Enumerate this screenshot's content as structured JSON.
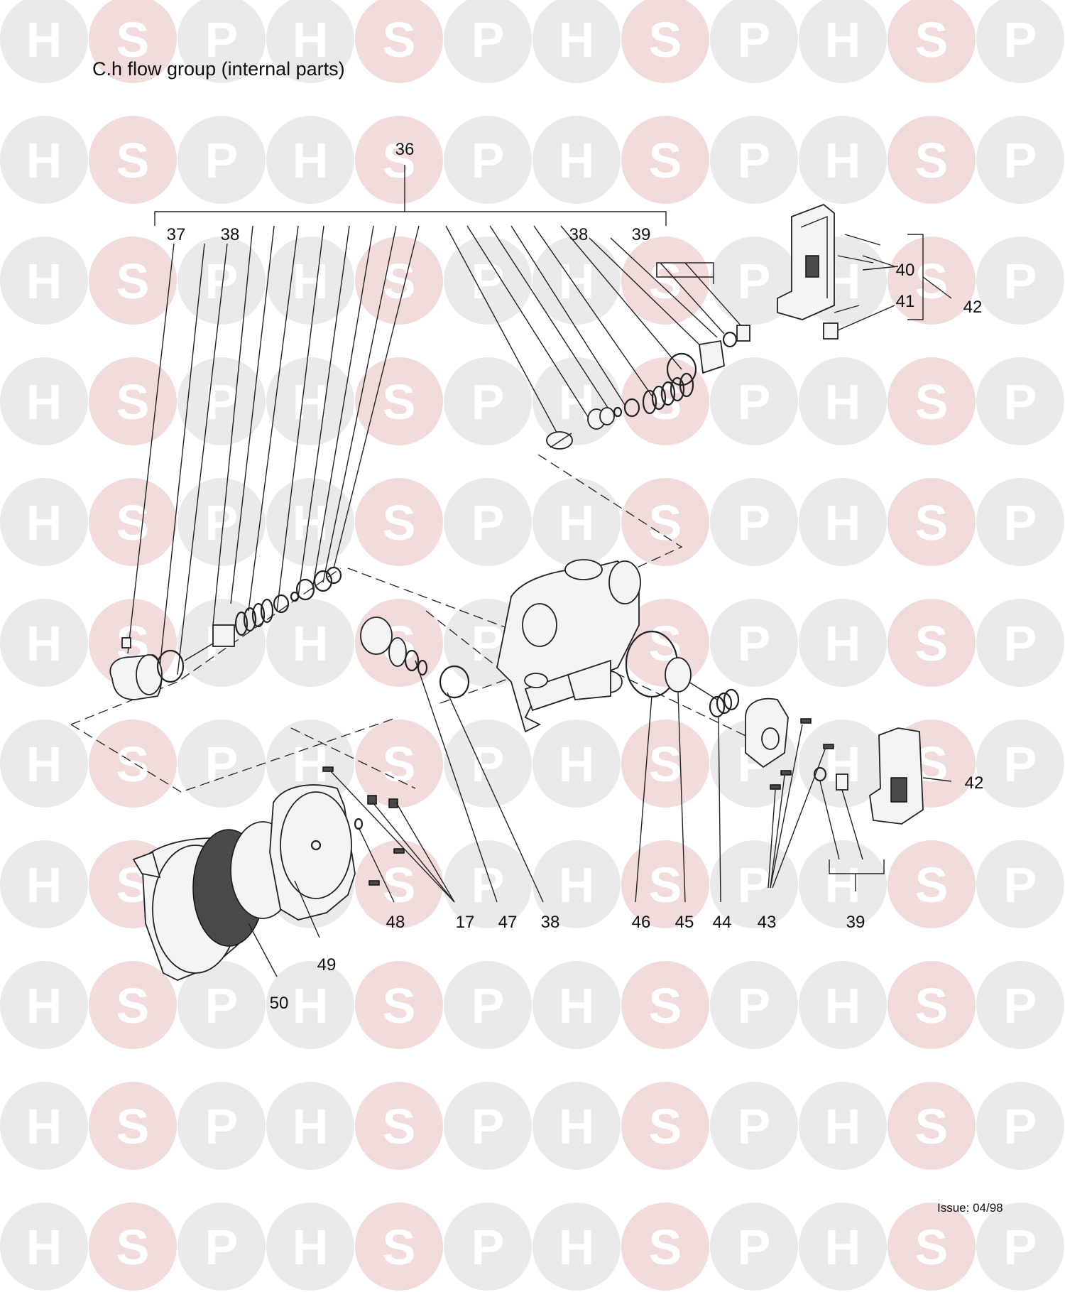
{
  "title": "C.h flow group (internal parts)",
  "issue": "Issue: 04/98",
  "watermark": {
    "letters": [
      "H",
      "S",
      "P"
    ]
  },
  "callouts": {
    "c36": "36",
    "c37": "37",
    "c38a": "38",
    "c38b": "38",
    "c38c": "38",
    "c39a": "39",
    "c39b": "39",
    "c40": "40",
    "c41": "41",
    "c42a": "42",
    "c42b": "42",
    "c43": "43",
    "c44": "44",
    "c45": "45",
    "c46": "46",
    "c47": "47",
    "c48": "48",
    "c49": "49",
    "c50": "50",
    "c17": "17"
  }
}
